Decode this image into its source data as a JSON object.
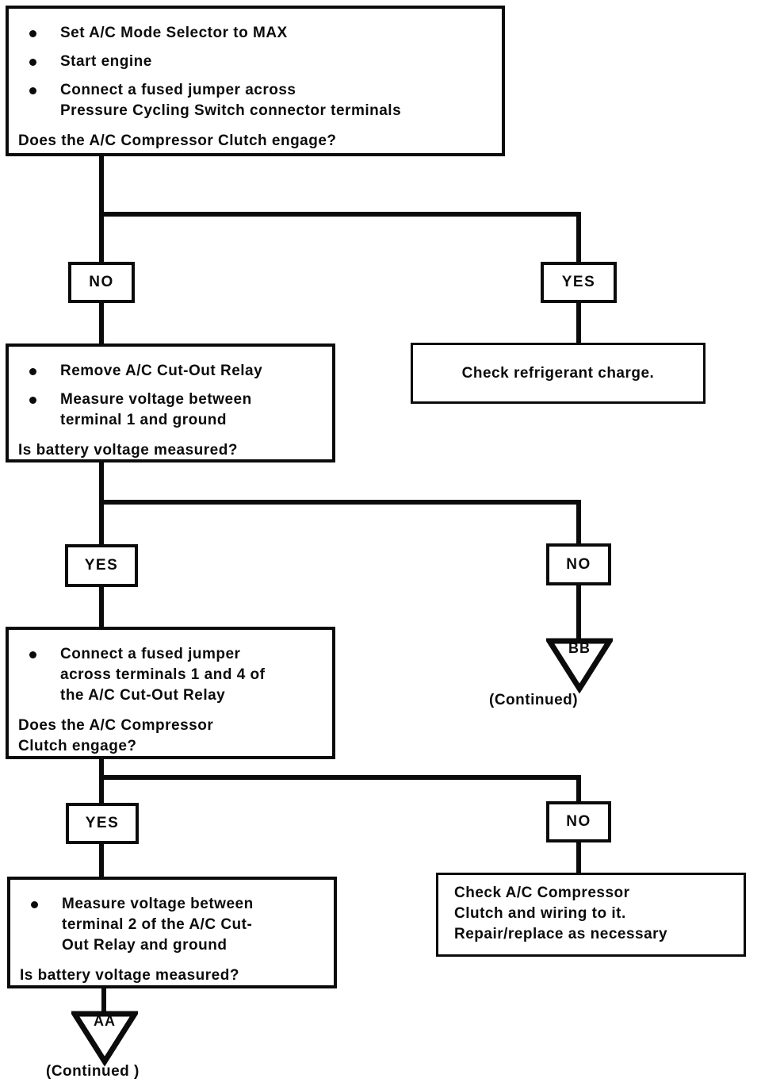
{
  "step1": {
    "bullets": [
      "Set A/C Mode Selector to MAX",
      "Start engine",
      "Connect a fused jumper across\nPressure Cycling Switch connector terminals"
    ],
    "question": "Does the A/C Compressor Clutch engage?"
  },
  "branch1": {
    "no": "NO",
    "yes": "YES"
  },
  "refrigerant": {
    "text": "Check refrigerant charge."
  },
  "step2": {
    "bullets": [
      "Remove A/C Cut-Out Relay",
      "Measure voltage between\nterminal 1 and ground"
    ],
    "question": "Is battery voltage measured?"
  },
  "branch2": {
    "yes": "YES",
    "no": "NO"
  },
  "step3": {
    "bullets": [
      "Connect a fused jumper\nacross terminals 1 and 4 of\nthe A/C Cut-Out Relay"
    ],
    "question": "Does the A/C Compressor\nClutch engage?"
  },
  "bb": {
    "label": "BB",
    "continued": "(Continued)"
  },
  "branch3": {
    "yes": "YES",
    "no": "NO"
  },
  "step4": {
    "bullets": [
      "Measure voltage between\nterminal 2 of the A/C Cut-\nOut Relay and ground"
    ],
    "question": "Is battery voltage measured?"
  },
  "clutch": {
    "text": "Check A/C Compressor\nClutch and wiring to it.\nRepair/replace as necessary"
  },
  "aa": {
    "label": "AA",
    "continued": "(Continued )"
  },
  "colors": {
    "ink": "#0b0b0b",
    "paper": "#ffffff"
  }
}
